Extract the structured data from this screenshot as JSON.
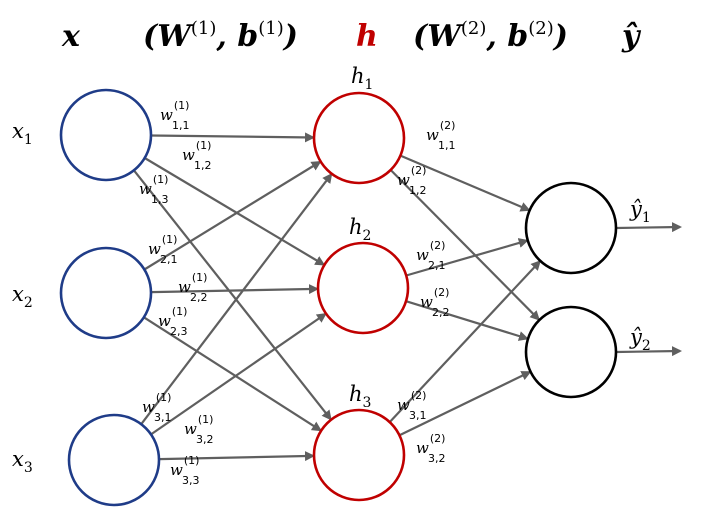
{
  "header": {
    "input_symbol": "x",
    "layer1_params": "(W(1), b(1))",
    "hidden_symbol": "h",
    "layer2_params": "(W(2), b(2))",
    "output_symbol": "ŷ"
  },
  "layers": {
    "input": [
      {
        "base": "x",
        "sub": "1"
      },
      {
        "base": "x",
        "sub": "2"
      },
      {
        "base": "x",
        "sub": "3"
      }
    ],
    "hidden": [
      {
        "base": "h",
        "sub": "1"
      },
      {
        "base": "h",
        "sub": "2"
      },
      {
        "base": "h",
        "sub": "3"
      }
    ],
    "output": [
      {
        "base": "ŷ",
        "sub": "1"
      },
      {
        "base": "ŷ",
        "sub": "2"
      }
    ]
  },
  "weights_layer1": [
    {
      "base": "w",
      "sub": "1,1",
      "sup": "(1)"
    },
    {
      "base": "w",
      "sub": "1,2",
      "sup": "(1)"
    },
    {
      "base": "w",
      "sub": "1,3",
      "sup": "(1)"
    },
    {
      "base": "w",
      "sub": "2,1",
      "sup": "(1)"
    },
    {
      "base": "w",
      "sub": "2,2",
      "sup": "(1)"
    },
    {
      "base": "w",
      "sub": "2,3",
      "sup": "(1)"
    },
    {
      "base": "w",
      "sub": "3,1",
      "sup": "(1)"
    },
    {
      "base": "w",
      "sub": "3,2",
      "sup": "(1)"
    },
    {
      "base": "w",
      "sub": "3,3",
      "sup": "(1)"
    }
  ],
  "weights_layer2": [
    {
      "base": "w",
      "sub": "1,1",
      "sup": "(2)"
    },
    {
      "base": "w",
      "sub": "1,2",
      "sup": "(2)"
    },
    {
      "base": "w",
      "sub": "2,1",
      "sup": "(2)"
    },
    {
      "base": "w",
      "sub": "2,2",
      "sup": "(2)"
    },
    {
      "base": "w",
      "sub": "3,1",
      "sup": "(2)"
    },
    {
      "base": "w",
      "sub": "3,2",
      "sup": "(2)"
    }
  ],
  "colors": {
    "input_node": "#1f3c88",
    "hidden_node": "#c00000",
    "output_node": "#000000",
    "edge": "#5f5f5f",
    "header_text": "#000000",
    "hidden_header_text": "#c00000"
  }
}
